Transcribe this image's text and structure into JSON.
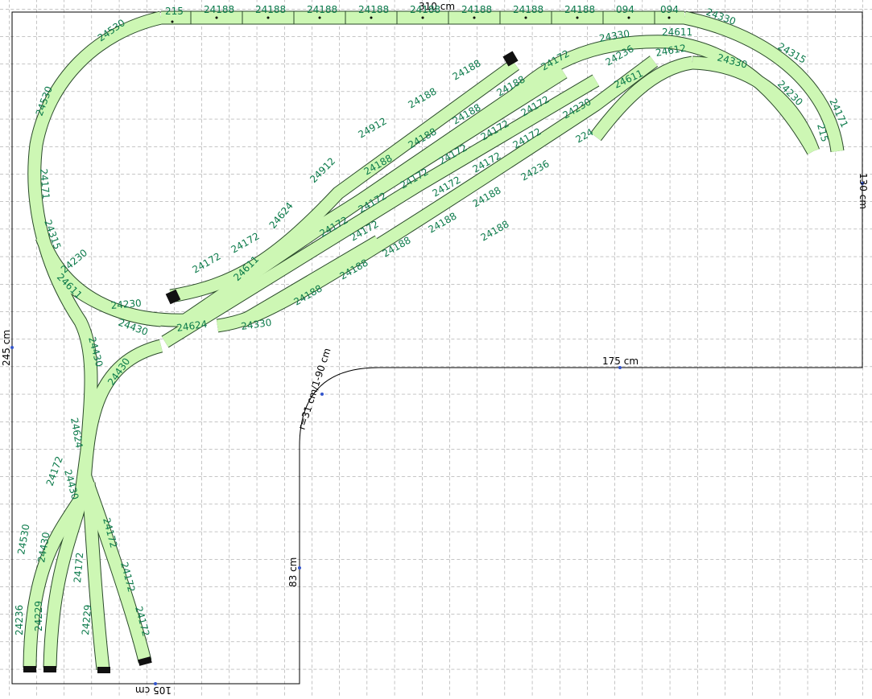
{
  "colors": {
    "track_fill": "#cdf7b4",
    "track_edge": "#2a4a2a",
    "label": "#0b7a4a",
    "grid": "#8a8a8a",
    "outline": "#000000",
    "bumper": "#111111"
  },
  "dimensions": {
    "top": "310 cm",
    "right": "130 cm",
    "left": "245 cm",
    "step": "175 cm",
    "inner": "83 cm",
    "bottom": "105 cm",
    "curve": "r=31 cm/1-90 cm"
  },
  "track_labels": {
    "t1": "215",
    "t2": "24188",
    "t3": "24188",
    "t4": "24188",
    "t5": "24188",
    "t6": "24188",
    "t7": "24188",
    "t8": "24188",
    "t9": "24188",
    "t10": "094",
    "t11": "24330",
    "t12": "24530",
    "t13": "24530",
    "t14": "24171",
    "t15": "24315",
    "t16": "24230",
    "t17": "24611",
    "t18": "24430",
    "t19": "24430",
    "t20": "24624",
    "t21": "24430",
    "t22": "24172",
    "t23": "24530",
    "t24": "24430",
    "t25": "24236",
    "t26": "24229",
    "t27": "24172",
    "t28": "24229",
    "t29": "24172",
    "t30": "24172",
    "t31": "24172",
    "t32": "24230",
    "t33": "24430",
    "t34": "24624",
    "t35": "24330",
    "t36": "24188",
    "t37": "24188",
    "t38": "24188",
    "t39": "24912",
    "t40": "24912",
    "t41": "24624",
    "t42": "24172",
    "t43": "24172",
    "t44": "24611",
    "t45": "24330",
    "t46": "24611",
    "t47": "094",
    "t48": "24315",
    "t49": "24330",
    "t50": "24171",
    "t51": "24230",
    "t52": "215",
    "t53": "24172",
    "t54": "24188",
    "t55": "24188",
    "t56": "24188",
    "t57": "24188",
    "t58": "24172",
    "t59": "24172",
    "t60": "24172",
    "t61": "24172",
    "t62": "24172",
    "t63": "24172",
    "t64": "24172",
    "t65": "24172",
    "t66": "24172",
    "t67": "24172",
    "t68": "24236",
    "t69": "24188",
    "t70": "24188",
    "t71": "24188",
    "t72": "24188",
    "t73": "24188",
    "t74": "24188",
    "t75": "24611",
    "t76": "24612",
    "t77": "24230",
    "t78": "24236",
    "t79": "224"
  }
}
